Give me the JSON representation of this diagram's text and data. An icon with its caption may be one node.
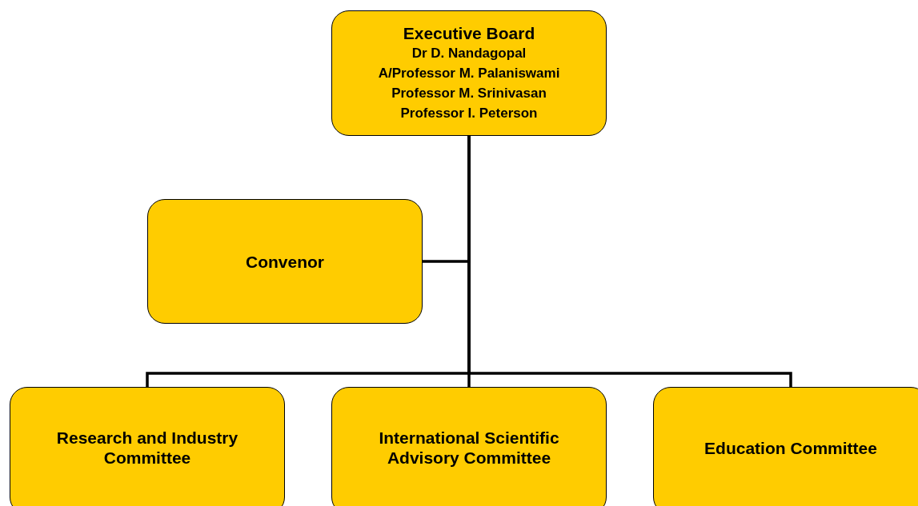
{
  "diagram": {
    "nodes": [
      {
        "text": [
          "Executive Board",
          "Dr D. Nandagopal",
          "A/Professor M. Palaniswami",
          "Professor M. Srinivasan",
          "Professor I. Peterson"
        ]
      },
      {
        "text": [
          "Convenor"
        ]
      },
      {
        "text": [
          "Research and Industry Committee"
        ]
      },
      {
        "text": [
          "International Scientific Advisory Committee"
        ]
      },
      {
        "text": [
          "Education Committee"
        ]
      }
    ],
    "edges": [
      {
        "from": 0,
        "to": 1,
        "arrow": "none"
      },
      {
        "from": 0,
        "to": 2,
        "arrow": "none"
      },
      {
        "from": 0,
        "to": 3,
        "arrow": "none"
      },
      {
        "from": 0,
        "to": 4,
        "arrow": "none"
      }
    ]
  }
}
